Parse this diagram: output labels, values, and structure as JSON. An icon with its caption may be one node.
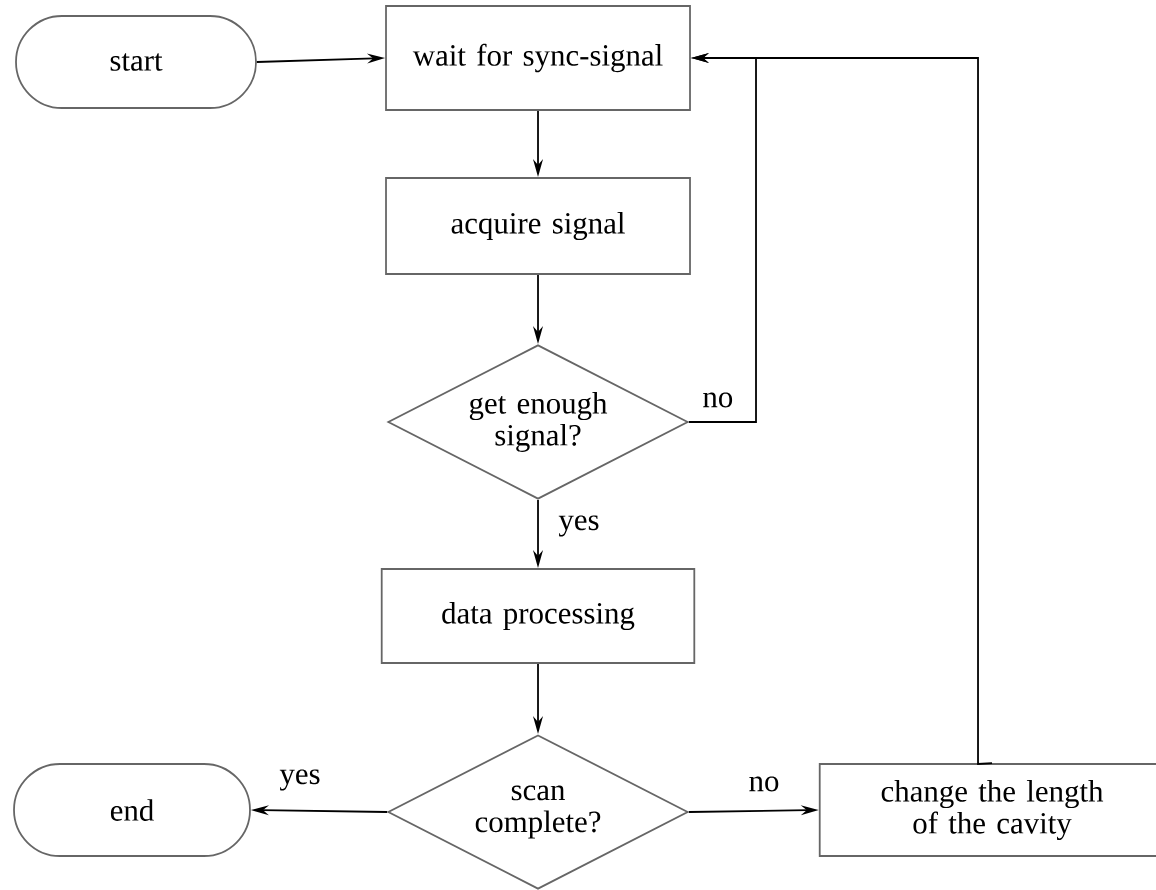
{
  "diagram": {
    "nodes": [
      {
        "text": [
          "start"
        ]
      },
      {
        "text": [
          "wait for sync-signal"
        ]
      },
      {
        "text": [
          "acquire signal"
        ]
      },
      {
        "text": [
          "get enough signal?"
        ]
      },
      {
        "text": [
          "data processing"
        ]
      },
      {
        "text": [
          "scan complete?"
        ]
      },
      {
        "text": [
          "end"
        ]
      },
      {
        "text": [
          "change the length of the cavity"
        ]
      }
    ],
    "edges": [
      {
        "from": 0,
        "to": 1,
        "arrow": "to"
      },
      {
        "from": 1,
        "to": 2,
        "arrow": "to"
      },
      {
        "from": 2,
        "to": 3,
        "arrow": "to"
      },
      {
        "from": 3,
        "to": 4,
        "arrow": "to",
        "label": "yes"
      },
      {
        "from": 3,
        "to": 1,
        "arrow": "to",
        "label": "no"
      },
      {
        "from": 4,
        "to": 5,
        "arrow": "to"
      },
      {
        "from": 5,
        "to": 6,
        "arrow": "to",
        "label": "yes"
      },
      {
        "from": 5,
        "to": 7,
        "arrow": "to",
        "label": "no"
      },
      {
        "from": 7,
        "to": 1,
        "arrow": "to"
      }
    ]
  }
}
